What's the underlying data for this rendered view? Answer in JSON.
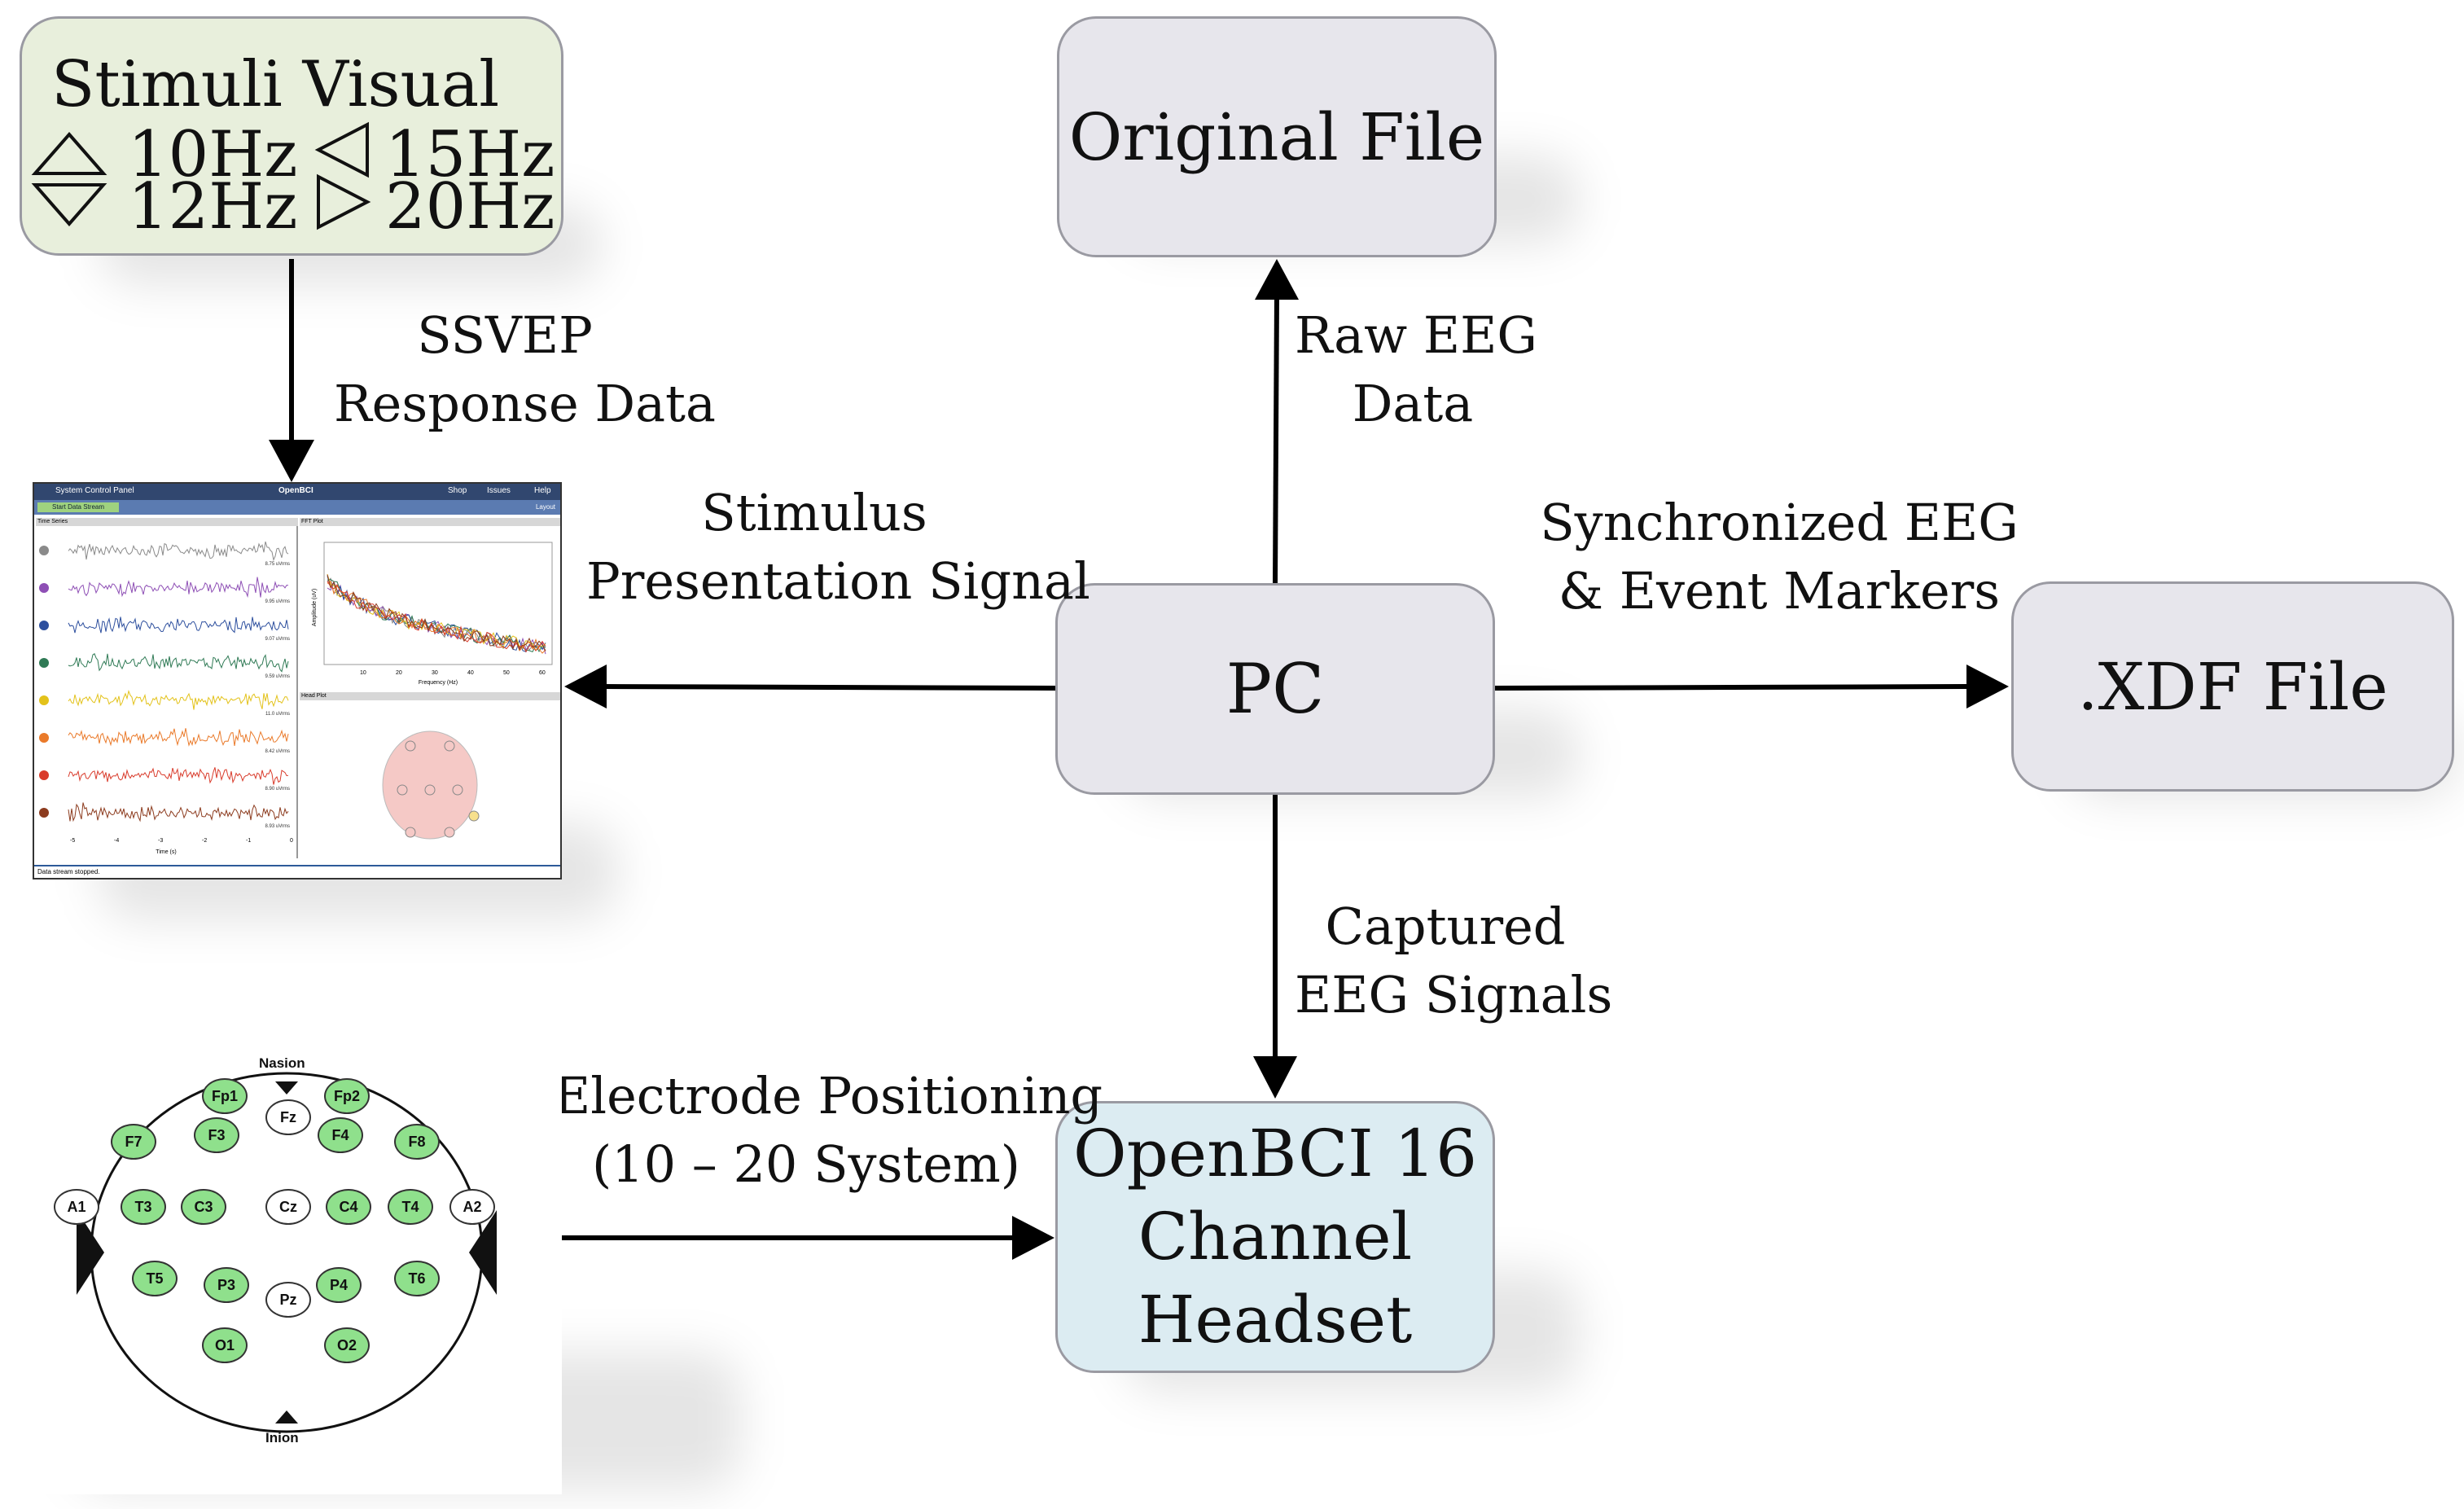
{
  "stimuli": {
    "title": "Stimuli Visual",
    "freqs": [
      {
        "symbol": "triangle-up-icon",
        "label": "10Hz"
      },
      {
        "symbol": "triangle-down-icon",
        "label": "12Hz"
      },
      {
        "symbol": "triangle-left-icon",
        "label": "15Hz"
      },
      {
        "symbol": "triangle-right-icon",
        "label": "20Hz"
      }
    ]
  },
  "nodes": {
    "original_file": "Original File",
    "pc": "PC",
    "xdf_file": ".XDF File",
    "headset": [
      "OpenBCI 16",
      "Channel",
      "Headset"
    ]
  },
  "edges": {
    "ssvep": [
      "SSVEP",
      "Response Data"
    ],
    "raw_eeg": [
      "Raw EEG",
      "Data"
    ],
    "stimulus_signal": [
      "Stimulus",
      "Presentation Signal"
    ],
    "synchronized": [
      "Synchronized EEG",
      "& Event Markers"
    ],
    "captured": [
      "Captured",
      "EEG Signals"
    ],
    "electrode": [
      "Electrode Positioning",
      "(10 – 20 System)"
    ]
  },
  "gui": {
    "title": "System Control Panel",
    "brand": "OpenBCI",
    "menu": [
      "Shop",
      "Issues",
      "Help"
    ],
    "start_button": "Start Data Stream",
    "layout": "Layout",
    "time_series": "Time Series",
    "fft_plot": "FFT Plot",
    "head_plot": "Head Plot",
    "x_axis": "Time (s)",
    "fft_x_axis": "Frequency (Hz)",
    "fft_y_axis": "Amplitude (uV)",
    "status": "Data stream stopped.",
    "channel_colors": [
      "#8a8a8a",
      "#8e4fb5",
      "#2d4f9e",
      "#2f7a55",
      "#e3c21a",
      "#ea7a2a",
      "#d93b2b",
      "#8c3b1e"
    ],
    "channel_values": [
      "8.75 uVrms",
      "9.95 uVrms",
      "9.07 uVrms",
      "9.59 uVrms",
      "11.0 uVrms",
      "8.42 uVrms",
      "8.90 uVrms",
      "8.93 uVrms"
    ],
    "time_ticks": [
      "-5",
      "-4",
      "-3",
      "-2",
      "-1",
      "0"
    ],
    "fft_ticks": [
      "10",
      "20",
      "30",
      "40",
      "50",
      "60"
    ]
  },
  "cap": {
    "nasion": "Nasion",
    "inion": "Inion",
    "electrodes": [
      {
        "name": "Fp1",
        "active": true
      },
      {
        "name": "Fp2",
        "active": true
      },
      {
        "name": "Fz",
        "active": false
      },
      {
        "name": "F7",
        "active": true
      },
      {
        "name": "F3",
        "active": true
      },
      {
        "name": "F4",
        "active": true
      },
      {
        "name": "F8",
        "active": true
      },
      {
        "name": "A1",
        "active": false
      },
      {
        "name": "T3",
        "active": true
      },
      {
        "name": "C3",
        "active": true
      },
      {
        "name": "Cz",
        "active": false
      },
      {
        "name": "C4",
        "active": true
      },
      {
        "name": "T4",
        "active": true
      },
      {
        "name": "A2",
        "active": false
      },
      {
        "name": "T5",
        "active": true
      },
      {
        "name": "P3",
        "active": true
      },
      {
        "name": "Pz",
        "active": false
      },
      {
        "name": "P4",
        "active": true
      },
      {
        "name": "T6",
        "active": true
      },
      {
        "name": "O1",
        "active": true
      },
      {
        "name": "O2",
        "active": true
      }
    ],
    "active_color": "#8fe08c"
  }
}
